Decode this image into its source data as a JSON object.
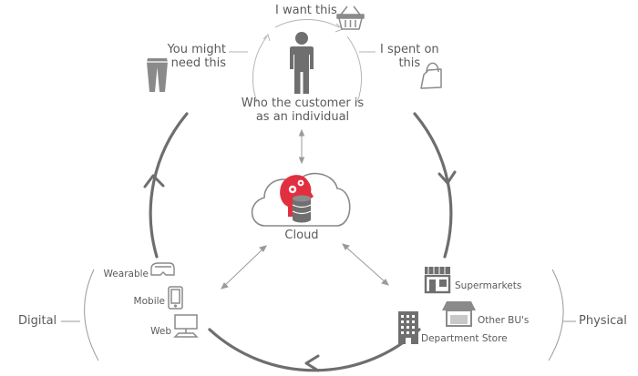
{
  "colors": {
    "ring": "#6e6e6e",
    "thin": "#9a9a9a",
    "icon": "#8a8a8a",
    "person": "#6f6f6f",
    "accent": "#e03040",
    "text": "#5a5a5a"
  },
  "customer": {
    "i_want_this": "I want this",
    "you_might_need_this": "You might\nneed this",
    "i_spent_on_this": "I spent on\nthis",
    "who_customer_is": "Who the customer is\nas an individual",
    "icons": [
      "basket-icon",
      "trousers-icon",
      "person-icon",
      "shopping-bag-icon"
    ]
  },
  "cloud": {
    "label": "Cloud",
    "icons": [
      "cloud-icon",
      "head-gears-icon",
      "database-icon"
    ]
  },
  "digital": {
    "group_label": "Digital",
    "items": [
      {
        "label": "Wearable",
        "icon": "vr-headset-icon"
      },
      {
        "label": "Mobile",
        "icon": "mobile-phone-icon"
      },
      {
        "label": "Web",
        "icon": "desktop-computer-icon"
      }
    ]
  },
  "physical": {
    "group_label": "Physical",
    "items": [
      {
        "label": "Supermarkets",
        "icon": "storefront-icon"
      },
      {
        "label": "Other BU's",
        "icon": "shop-awning-icon"
      },
      {
        "label": "Department Store",
        "icon": "building-icon"
      }
    ]
  }
}
